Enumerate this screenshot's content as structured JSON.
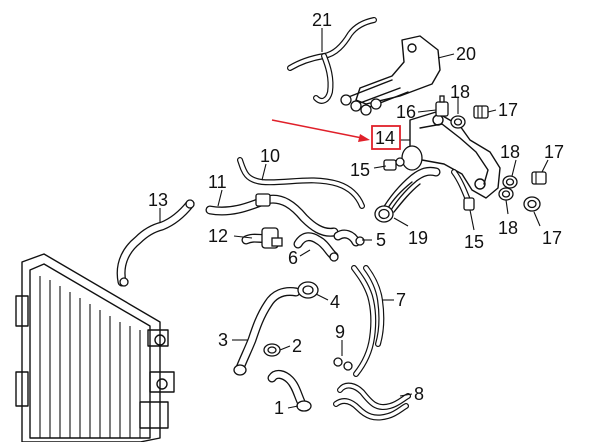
{
  "callouts": {
    "c1": "1",
    "c2": "2",
    "c3": "3",
    "c4": "4",
    "c5": "5",
    "c6": "6",
    "c7": "7",
    "c8": "8",
    "c9": "9",
    "c10": "10",
    "c11": "11",
    "c12": "12",
    "c13": "13",
    "c14": "14",
    "c15a": "15",
    "c15b": "15",
    "c16": "16",
    "c17a": "17",
    "c17b": "17",
    "c17c": "17",
    "c18a": "18",
    "c18b": "18",
    "c18c": "18",
    "c19": "19",
    "c20": "20",
    "c21": "21"
  },
  "highlight": {
    "callout": "14",
    "color": "#e0202a"
  }
}
